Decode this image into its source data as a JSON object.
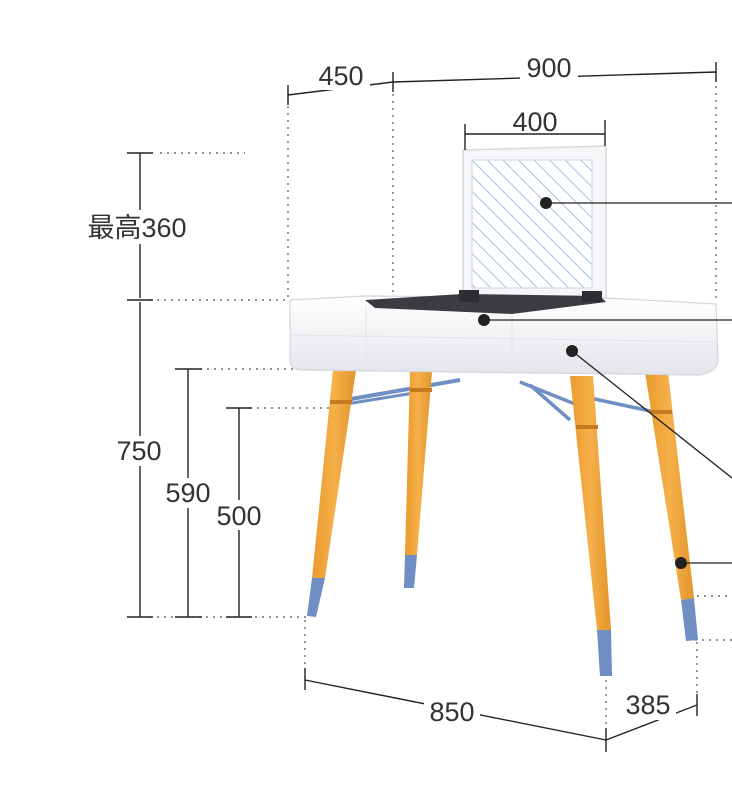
{
  "dimensions": {
    "width_top": "900",
    "depth_top": "450",
    "mirror_width": "400",
    "mirror_height": "最高360",
    "table_height": "750",
    "stretcher_height": "590",
    "stretcher_low_height": "500",
    "leg_span_width": "850",
    "leg_span_depth": "385"
  },
  "colors": {
    "table_body": "#f4f4f6",
    "leg_wood": "#f2a93c",
    "leg_cap": "#6f8fc4",
    "stretcher": "#6f8fc4",
    "mirror_hatch": "#8fb0d8",
    "tray": "#3a3c42"
  }
}
